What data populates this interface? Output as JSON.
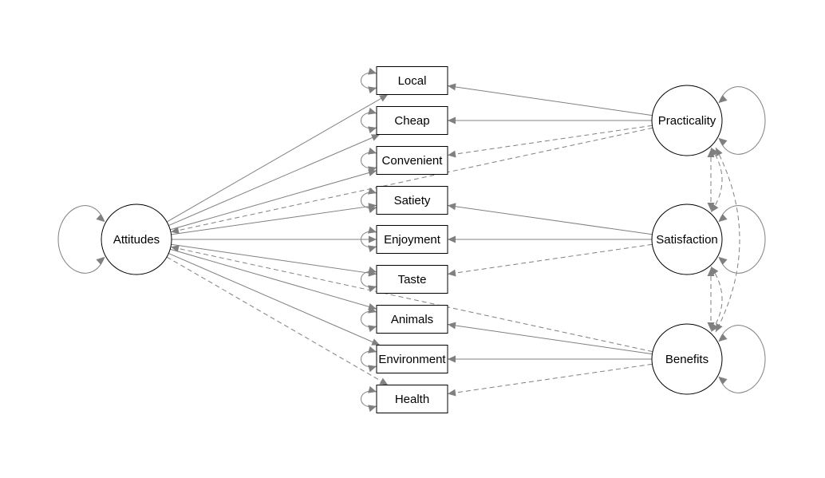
{
  "latents": [
    {
      "id": "attitudes",
      "label": "Attitudes"
    },
    {
      "id": "practicality",
      "label": "Practicality"
    },
    {
      "id": "satisfaction",
      "label": "Satisfaction"
    },
    {
      "id": "benefits",
      "label": "Benefits"
    }
  ],
  "indicators": [
    {
      "id": "local",
      "label": "Local"
    },
    {
      "id": "cheap",
      "label": "Cheap"
    },
    {
      "id": "convenient",
      "label": "Convenient"
    },
    {
      "id": "satiety",
      "label": "Satiety"
    },
    {
      "id": "enjoyment",
      "label": "Enjoyment"
    },
    {
      "id": "taste",
      "label": "Taste"
    },
    {
      "id": "animals",
      "label": "Animals"
    },
    {
      "id": "environment",
      "label": "Environment"
    },
    {
      "id": "health",
      "label": "Health"
    }
  ],
  "loadings": [
    {
      "from": "attitudes",
      "to": "local",
      "style": "solid"
    },
    {
      "from": "attitudes",
      "to": "cheap",
      "style": "solid"
    },
    {
      "from": "attitudes",
      "to": "convenient",
      "style": "solid"
    },
    {
      "from": "attitudes",
      "to": "satiety",
      "style": "solid"
    },
    {
      "from": "attitudes",
      "to": "enjoyment",
      "style": "solid"
    },
    {
      "from": "attitudes",
      "to": "taste",
      "style": "solid"
    },
    {
      "from": "attitudes",
      "to": "animals",
      "style": "solid"
    },
    {
      "from": "attitudes",
      "to": "environment",
      "style": "solid"
    },
    {
      "from": "attitudes",
      "to": "health",
      "style": "dashed"
    },
    {
      "from": "practicality",
      "to": "local",
      "style": "solid"
    },
    {
      "from": "practicality",
      "to": "cheap",
      "style": "solid"
    },
    {
      "from": "practicality",
      "to": "convenient",
      "style": "dashed"
    },
    {
      "from": "practicality",
      "to": "attitudes",
      "style": "dashed"
    },
    {
      "from": "satisfaction",
      "to": "satiety",
      "style": "solid"
    },
    {
      "from": "satisfaction",
      "to": "enjoyment",
      "style": "solid"
    },
    {
      "from": "satisfaction",
      "to": "taste",
      "style": "dashed"
    },
    {
      "from": "benefits",
      "to": "animals",
      "style": "solid"
    },
    {
      "from": "benefits",
      "to": "environment",
      "style": "solid"
    },
    {
      "from": "benefits",
      "to": "health",
      "style": "dashed"
    },
    {
      "from": "benefits",
      "to": "attitudes",
      "style": "dashed"
    }
  ],
  "covariances": [
    {
      "a": "practicality",
      "b": "satisfaction",
      "style": "dashed"
    },
    {
      "a": "satisfaction",
      "b": "benefits",
      "style": "dashed"
    },
    {
      "a": "practicality",
      "b": "benefits",
      "style": "dashed"
    }
  ],
  "colors": {
    "edge": "#808080",
    "node_stroke": "#000000",
    "background": "#ffffff"
  }
}
